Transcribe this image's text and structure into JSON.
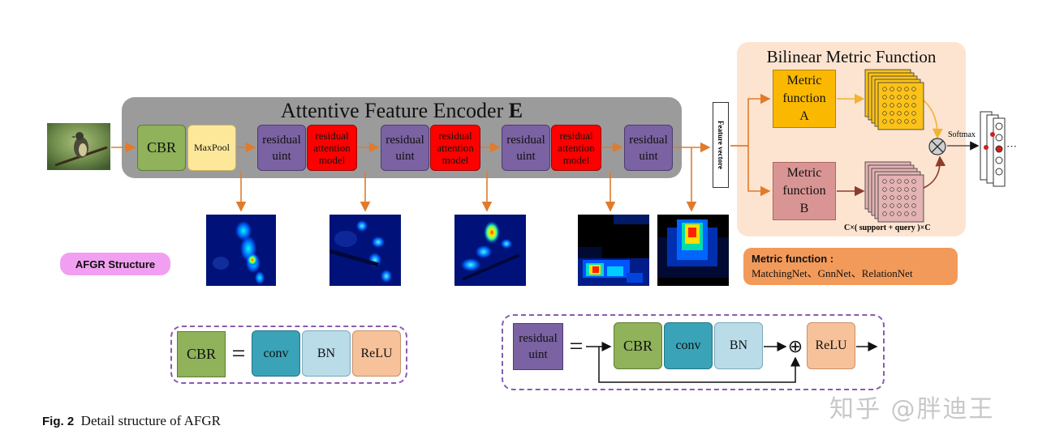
{
  "encoder": {
    "title": "Attentive Feature Encoder",
    "title_bold": "E",
    "cbr_label": "CBR",
    "maxpool_label": "MaxPool",
    "residual_label_1": "residual",
    "residual_label_2": "uint",
    "attention_label_1": "residual",
    "attention_label_2": "attention",
    "attention_label_3": "model"
  },
  "feature_vector_label": "Feature vectore",
  "bilinear": {
    "title": "Bilinear Metric Function",
    "metric_a_1": "Metric",
    "metric_a_2": "function",
    "metric_a_3": "A",
    "metric_b_1": "Metric",
    "metric_b_2": "function",
    "metric_b_3": "B",
    "dimension_label": "C×( support + query )×C",
    "softmax_label": "Softmax",
    "ellipsis": "···"
  },
  "afgr_structure_label": "AFGR Structure",
  "metric_note": {
    "title": "Metric function :",
    "items": "MatchingNet、GnnNet、RelationNet"
  },
  "cbr_legend": {
    "cbr": "CBR",
    "equals": "=",
    "conv": "conv",
    "bn": "BN",
    "relu": "ReLU"
  },
  "residual_legend": {
    "residual_1": "residual",
    "residual_2": "uint",
    "equals": "=",
    "cbr": "CBR",
    "conv": "conv",
    "bn": "BN",
    "plus": "⊕",
    "relu": "ReLU"
  },
  "caption": {
    "fig": "Fig. 2",
    "text": "Detail structure of AFGR"
  },
  "watermark": "知乎 @胖迪王",
  "colors": {
    "arrow": "#e07b2c",
    "encoder_bg": "#9b9b9b",
    "bilinear_bg": "#fde4d0",
    "heatmap_bg": "#00127a"
  }
}
